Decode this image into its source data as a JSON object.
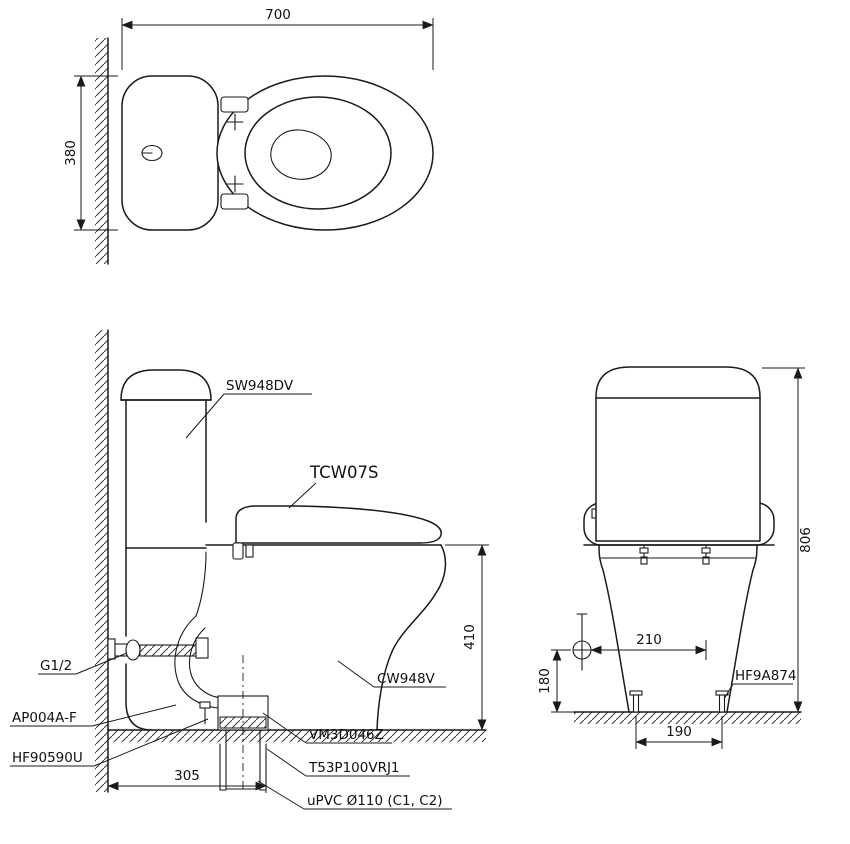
{
  "drawing": {
    "plan_view": {
      "width_mm": "700",
      "depth_mm": "380"
    },
    "side_view": {
      "tank_model": "SW948DV",
      "washlet_model": "TCW07S",
      "bowl_model": "CW948V",
      "supply_spec": "G1/2",
      "fixing_part": "AP004A-F",
      "seal_part": "HF90590U",
      "flange_part": "VM3D046Z",
      "joint_part": "T53P100VRJ1",
      "drain_spec": "uPVC Ø110 (C1, C2)",
      "rim_height_mm": "410",
      "drain_setout_mm": "305"
    },
    "front_view": {
      "total_height_mm": "806",
      "supply_setout_mm": "210",
      "supply_height_mm": "180",
      "bolt_spacing_mm": "190",
      "bolt_part": "HF9A874"
    }
  }
}
